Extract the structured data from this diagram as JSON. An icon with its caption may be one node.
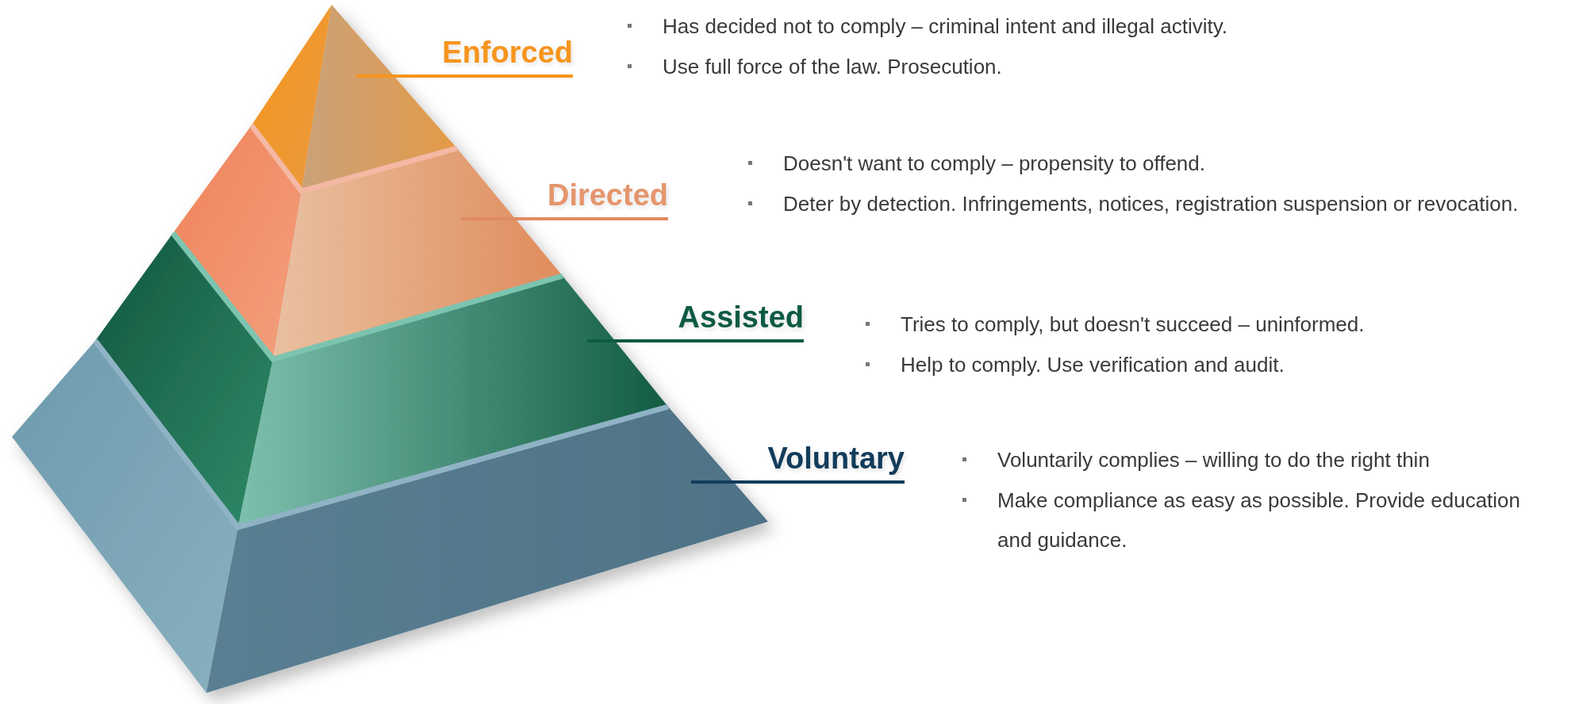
{
  "diagram": {
    "nodes": [
      {
        "text": [
          "Enforced"
        ],
        "beside": [
          "Has decided not to comply – criminal intent and illegal activity.",
          "Use full force of the law. Prosecution."
        ]
      },
      {
        "text": [
          "Directed"
        ],
        "beside": [
          "Doesn't want to comply – propensity to offend.",
          "Deter by detection. Infringements, notices, registration suspension or revocation."
        ]
      },
      {
        "text": [
          "Assisted"
        ],
        "beside": [
          "Tries to comply, but doesn't succeed – uninformed.",
          "Help to comply. Use verification and audit."
        ]
      },
      {
        "text": [
          "Voluntary"
        ],
        "beside": [
          "Voluntarily complies – willing to do the right thin",
          "Make compliance as easy as possible. Provide education and guidance."
        ]
      }
    ]
  }
}
